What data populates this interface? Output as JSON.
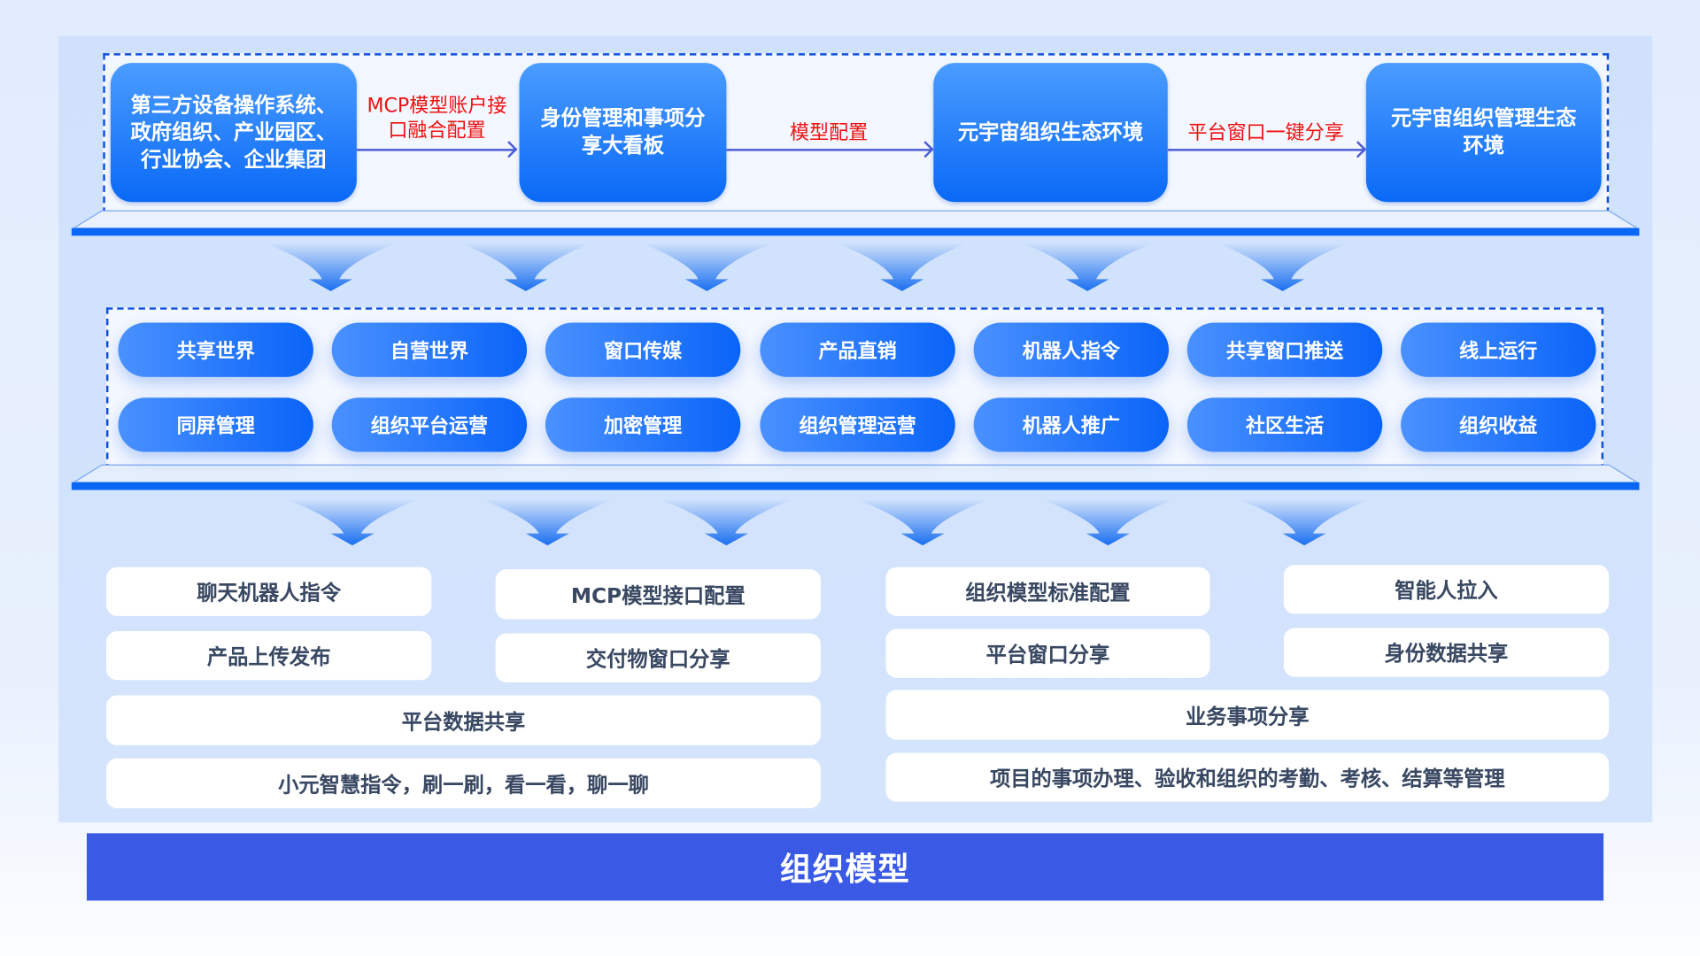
{
  "top_row": {
    "boxes": [
      "第三方设备操作系统、政府组织、产业园区、行业协会、企业集团",
      "身份管理和事项分享大看板",
      "元宇宙组织生态环境",
      "元宇宙组织管理生态环境"
    ],
    "flows": [
      "MCP模型账户接口融合配置",
      "模型配置",
      "平台窗口一键分享"
    ]
  },
  "middle": {
    "row1": [
      "共享世界",
      "自营世界",
      "窗口传媒",
      "产品直销",
      "机器人指令",
      "共享窗口推送",
      "线上运行"
    ],
    "row2": [
      "同屏管理",
      "组织平台运营",
      "加密管理",
      "组织管理运营",
      "机器人推广",
      "社区生活",
      "组织收益"
    ]
  },
  "bottom": {
    "left": {
      "col1": [
        "聊天机器人指令",
        "产品上传发布"
      ],
      "col2": [
        "MCP模型接口配置",
        "交付物窗口分享"
      ],
      "wide": [
        "平台数据共享",
        "小元智慧指令，刷一刷，看一看，聊一聊"
      ]
    },
    "right": {
      "col1": [
        "组织模型标准配置",
        "平台窗口分享"
      ],
      "col2": [
        "智能人拉入",
        "身份数据共享"
      ],
      "wide": [
        "业务事项分享",
        "项目的事项办理、验收和组织的考勤、考核、结算等管理"
      ]
    }
  },
  "footer": {
    "title": "组织模型"
  },
  "colors": {
    "accent": "#0a66f5",
    "footer": "#3a5ae6",
    "flow_label": "#f01010",
    "card_text": "#3a4963"
  }
}
